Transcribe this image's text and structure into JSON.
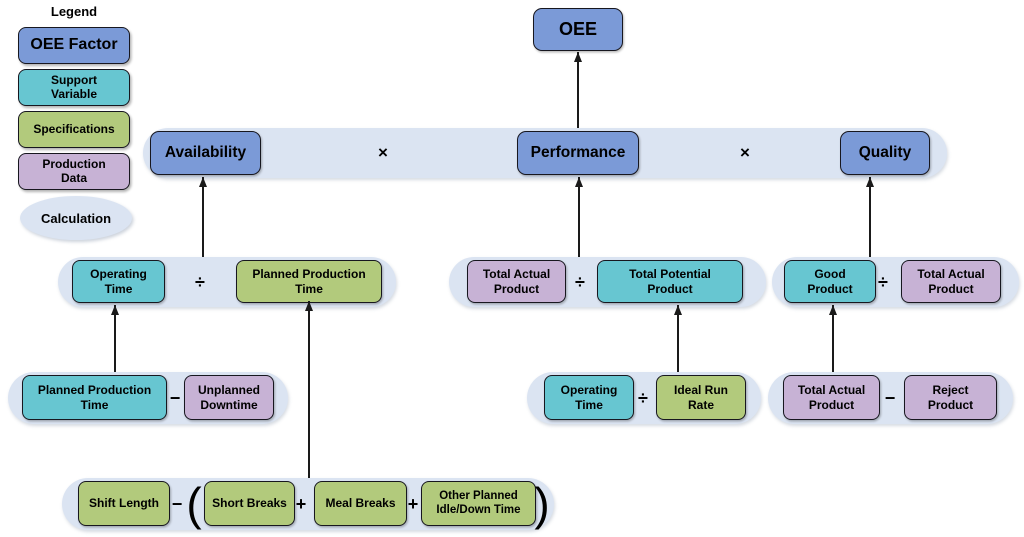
{
  "colors": {
    "oee_factor": "#7b9ad7",
    "support_variable": "#67c6d1",
    "specifications": "#b2ca7c",
    "production_data": "#c7b2d5",
    "calculation": "#dbe4f2",
    "border": "#17171f",
    "arrow": "#1a1a1a"
  },
  "legend": {
    "title": "Legend",
    "items": [
      {
        "label": "OEE Factor",
        "type": "oee_factor"
      },
      {
        "label": "Support\nVariable",
        "type": "support_variable"
      },
      {
        "label": "Specifications",
        "type": "specifications"
      },
      {
        "label": "Production\nData",
        "type": "production_data"
      },
      {
        "label": "Calculation",
        "type": "calculation"
      }
    ]
  },
  "operators": {
    "multiply": "×",
    "divide": "÷",
    "minus": "−",
    "plus": "+",
    "open_paren": "(",
    "close_paren": ")"
  },
  "nodes": {
    "oee": "OEE",
    "availability": "Availability",
    "performance": "Performance",
    "quality": "Quality"
  },
  "calcs": {
    "availability": {
      "left": "Operating\nTime",
      "right": "Planned Production\nTime"
    },
    "performance": {
      "left": "Total Actual\nProduct",
      "right": "Total Potential\nProduct"
    },
    "quality": {
      "left": "Good\nProduct",
      "right": "Total Actual\nProduct"
    },
    "operating_time": {
      "left": "Planned Production\nTime",
      "right": "Unplanned\nDowntime"
    },
    "total_potential_product": {
      "left": "Operating\nTime",
      "right": "Ideal Run\nRate"
    },
    "good_product": {
      "left": "Total Actual\nProduct",
      "right": "Reject\nProduct"
    },
    "planned_production_time": {
      "terms": [
        "Shift Length",
        "Short Breaks",
        "Meal Breaks",
        "Other Planned\nIdle/Down Time"
      ]
    }
  }
}
